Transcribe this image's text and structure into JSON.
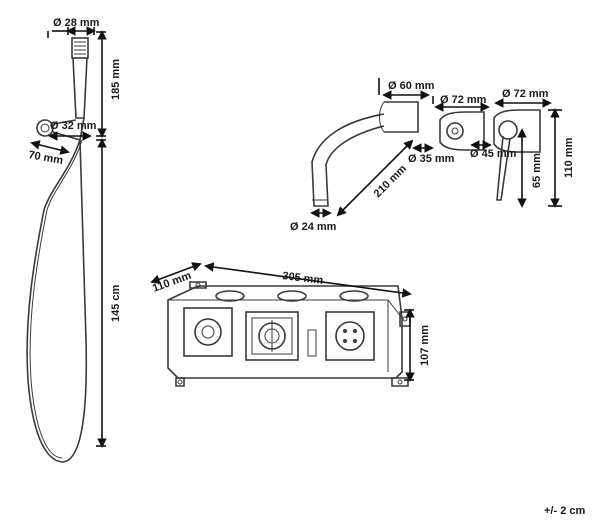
{
  "labels": {
    "handle_dia": "Ø 28 mm",
    "handle_len": "185 mm",
    "holder_dia": "Ø 32 mm",
    "holder_depth": "70 mm",
    "hose_len": "145 cm",
    "flange_dia": "Ø 60 mm",
    "knob1_dia": "Ø 72 mm",
    "knob2_dia": "Ø 72 mm",
    "spout_len": "210 mm",
    "knob1_depth": "Ø 35 mm",
    "knob2_depth": "Ø 45 mm",
    "lever_len": "65 mm",
    "mixer_height": "110 mm",
    "spout_dia": "Ø 24 mm",
    "box_depth": "110 mm",
    "box_width": "305 mm",
    "box_height": "107 mm",
    "tolerance": "+/- 2 cm"
  },
  "colors": {
    "line": "#3a3a3a",
    "dim": "#111111",
    "text": "#1a1a1a"
  }
}
